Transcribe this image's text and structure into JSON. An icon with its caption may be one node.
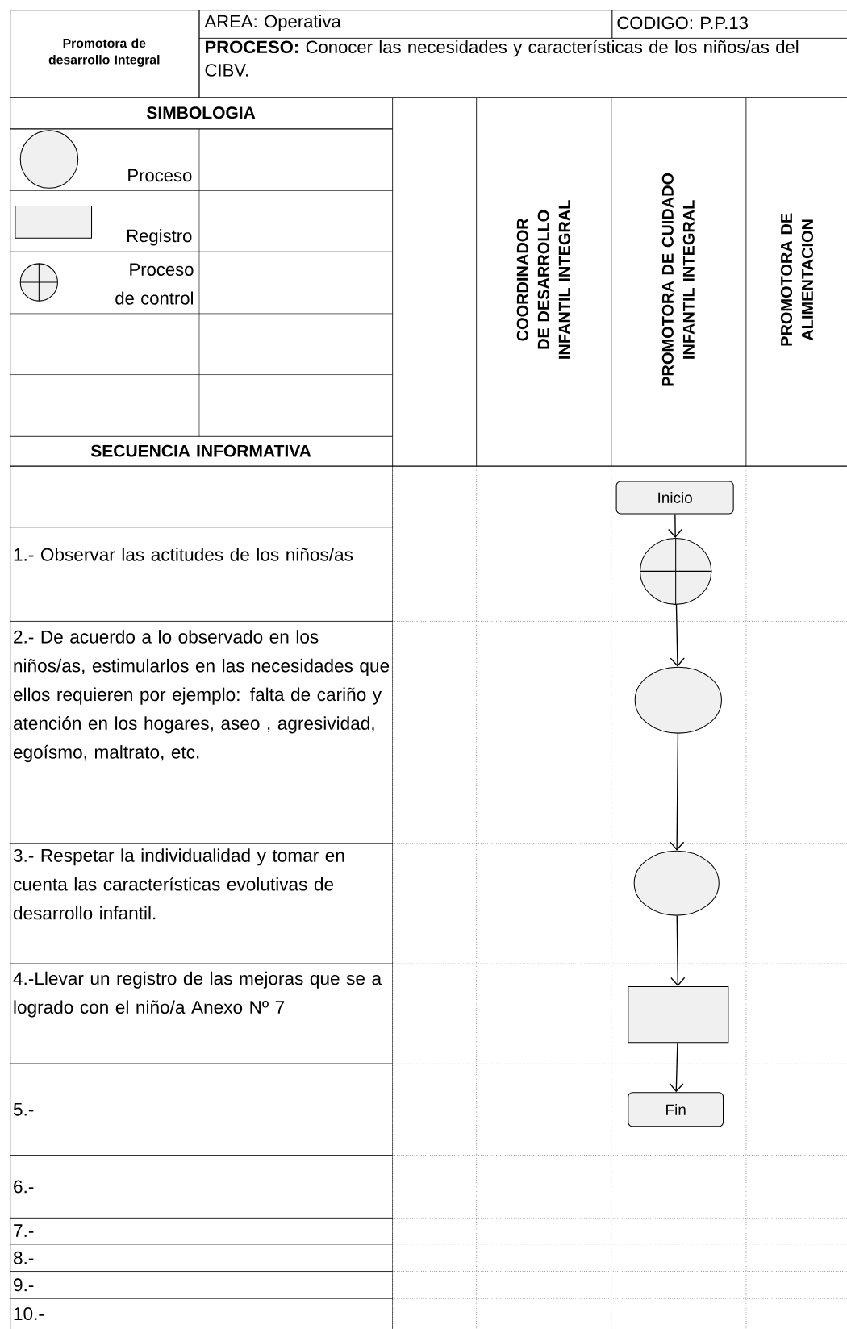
{
  "diagram": {
    "nodes": [
      {
        "text": [
          "Inicio"
        ]
      },
      {
        "text": [],
        "shape": "circle"
      },
      {
        "text": [],
        "shape": "circle"
      },
      {
        "text": [],
        "shape": "circle"
      },
      {
        "text": [],
        "shape": "box"
      },
      {
        "text": [
          "Fin"
        ]
      }
    ],
    "edges": [
      {
        "from": 0,
        "to": 1,
        "arrow": "to"
      },
      {
        "from": 1,
        "to": 2,
        "arrow": "to"
      },
      {
        "from": 2,
        "to": 3,
        "arrow": "to"
      },
      {
        "from": 3,
        "to": 4,
        "arrow": "to"
      },
      {
        "from": 4,
        "to": 5,
        "arrow": "to"
      }
    ],
    "labels": [
      "Promotora de desarrollo Integral",
      "AREA: Operativa",
      "CODIGO: P.P.13",
      "**PROCESO:** Conocer las necesidades y características de los niños/as del CIBV.",
      "SIMBOLOGIA",
      "SECUENCIA INFORMATIVA",
      "COORDINADOR DE DESARROLLO INFANTIL INTEGRAL",
      "PROMOTORA DE CUIDADO INFANTIL INTEGRAL",
      "PROMOTORA DE ALIMENTACION",
      "1.- Observar las actitudes de los niños/as",
      "2.- De acuerdo a lo observado en los niños/as, estimularlos en las necesidades que ellos requieren por ejemplo: falta de cariño y atención en los hogares, aseo , agresividad, egoísmo, maltrato, etc.",
      "3.- Respetar la individualidad y tomar en cuenta las características evolutivas de desarrollo infantil.",
      "4.-Llevar un registro de las mejoras que se a logrado con el niño/a Anexo Nº 7",
      "5.-",
      "6.-",
      "7.-",
      "8.-",
      "9.-",
      "10.-"
    ],
    "legend": [
      {
        "text": "Proceso"
      },
      {
        "text": "Registro"
      },
      {
        "text": "Proceso de control"
      }
    ]
  }
}
